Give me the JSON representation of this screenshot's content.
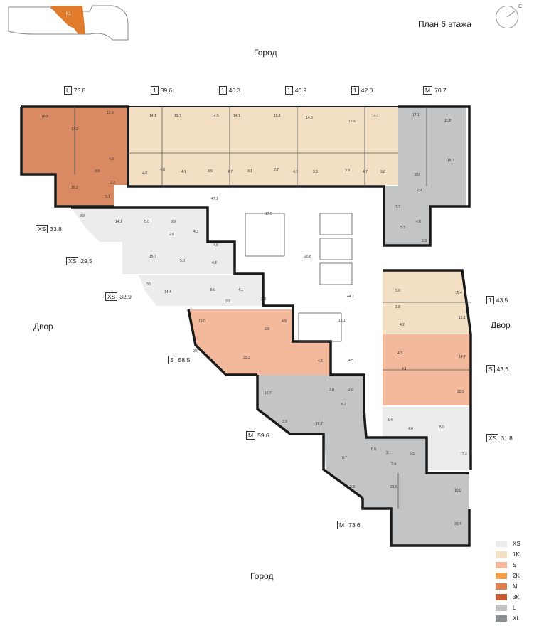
{
  "header": {
    "title": "План 6 этажа",
    "section_label": "К1",
    "compass_label": "С"
  },
  "directions": {
    "top": "Город",
    "bottom": "Город",
    "left": "Двор",
    "right": "Двор"
  },
  "apartments": [
    {
      "type": "L",
      "area": "73.8"
    },
    {
      "type": "1",
      "area": "39.6"
    },
    {
      "type": "1",
      "area": "40.3"
    },
    {
      "type": "1",
      "area": "40.9"
    },
    {
      "type": "1",
      "area": "42.0"
    },
    {
      "type": "M",
      "area": "70.7"
    },
    {
      "type": "XS",
      "area": "33.8"
    },
    {
      "type": "XS",
      "area": "29.5"
    },
    {
      "type": "XS",
      "area": "32.9"
    },
    {
      "type": "S",
      "area": "58.5"
    },
    {
      "type": "M",
      "area": "59.6"
    },
    {
      "type": "M",
      "area": "73.6"
    },
    {
      "type": "1",
      "area": "43.5"
    },
    {
      "type": "S",
      "area": "43.6"
    },
    {
      "type": "XS",
      "area": "31.8"
    }
  ],
  "legend": [
    {
      "label": "XS",
      "color": "#ececec"
    },
    {
      "label": "1K",
      "color": "#f3e0c4"
    },
    {
      "label": "S",
      "color": "#f2b99d"
    },
    {
      "label": "2K",
      "color": "#f0a04d"
    },
    {
      "label": "M",
      "color": "#de7b4f"
    },
    {
      "label": "3K",
      "color": "#c35a33"
    },
    {
      "label": "L",
      "color": "#c2c4c6"
    },
    {
      "label": "XL",
      "color": "#8d8f96"
    }
  ],
  "plan_colors": {
    "L": "#d98a63",
    "1": "#f3e0c4",
    "M": "#c2c4c6",
    "XS": "#ececec",
    "S": "#f2b99d",
    "core": "#ffffff",
    "wall": "#1a1a1a"
  },
  "room_areas": [
    "18.9",
    "17.2",
    "12.0",
    "4.2",
    "3.9",
    "2.3",
    "5.1",
    "10.2",
    "14.1",
    "13.7",
    "2.9",
    "4.8",
    "4.1",
    "14.5",
    "14.1",
    "3.9",
    "4.7",
    "3.1",
    "15.1",
    "14.5",
    "2.7",
    "4.7",
    "3.9",
    "15.5",
    "14.1",
    "3.9",
    "4.7",
    "3.8",
    "17.1",
    "11.2",
    "15.7",
    "3.9",
    "2.9",
    "7.7",
    "5.3",
    "4.6",
    "2.3",
    "47.1",
    "17.5",
    "20.8",
    "44.1",
    "15.1",
    "3.9",
    "14.1",
    "5.0",
    "3.9",
    "2.6",
    "4.3",
    "15.7",
    "5.0",
    "4.6",
    "4.2",
    "3.9",
    "14.4",
    "5.0",
    "4.1",
    "2.2",
    "3.3",
    "19.0",
    "2.9",
    "4.9",
    "3.9",
    "23.3",
    "4.5",
    "16.7",
    "3.8",
    "2.6",
    "6.2",
    "3.9",
    "16.7",
    "9.7",
    "4.5",
    "6.8",
    "2.1",
    "2.4",
    "5.5",
    "3.9",
    "21.6",
    "10.9",
    "20.4",
    "5.0",
    "15.4",
    "3.8",
    "15.1",
    "4.2",
    "14.7",
    "4.3",
    "4.1",
    "20.5",
    "5.4",
    "4.0",
    "5.0",
    "17.4"
  ]
}
